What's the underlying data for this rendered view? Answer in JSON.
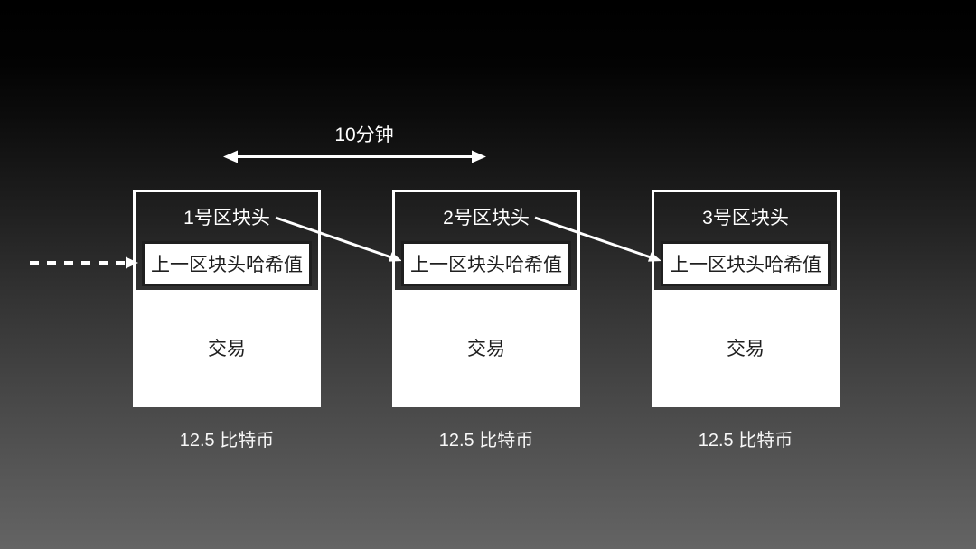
{
  "diagram": {
    "interval_label": "10分钟",
    "blocks": [
      {
        "title": "1号区块头",
        "hash_label": "上一区块头哈希值",
        "body_label": "交易",
        "reward_label": "12.5 比特币"
      },
      {
        "title": "2号区块头",
        "hash_label": "上一区块头哈希值",
        "body_label": "交易",
        "reward_label": "12.5 比特币"
      },
      {
        "title": "3号区块头",
        "hash_label": "上一区块头哈希值",
        "body_label": "交易",
        "reward_label": "12.5 比特币"
      }
    ],
    "colors": {
      "background_top": "#000000",
      "background_bottom": "#646464",
      "block_border": "#ffffff",
      "block_fill": "#ffffff",
      "hash_box_border": "#1f1f1f",
      "dark_text": "#1f1f1f",
      "light_text": "#ffffff",
      "arrow": "#ffffff"
    }
  }
}
